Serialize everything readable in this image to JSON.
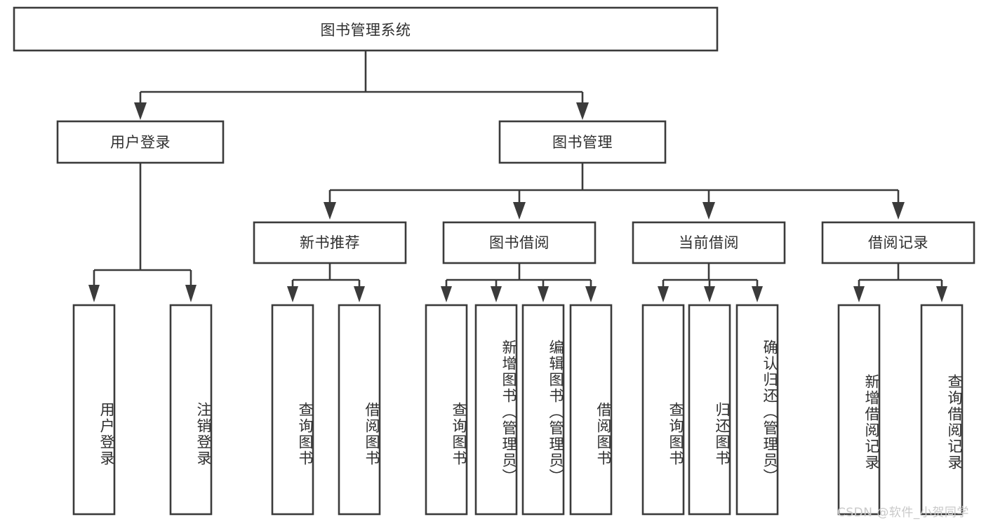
{
  "diagram": {
    "type": "tree-hierarchy",
    "title": "图书管理系统",
    "root": {
      "label": "图书管理系统",
      "level": 1
    },
    "level2": [
      {
        "label": "用户登录"
      },
      {
        "label": "图书管理"
      }
    ],
    "level3": [
      {
        "label": "新书推荐"
      },
      {
        "label": "图书借阅"
      },
      {
        "label": "当前借阅"
      },
      {
        "label": "借阅记录"
      }
    ],
    "leaves": {
      "user_login": [
        {
          "label": "用户登录"
        },
        {
          "label": "注销登录"
        }
      ],
      "new_book_recommend": [
        {
          "label": "查询图书"
        },
        {
          "label": "借阅图书"
        }
      ],
      "book_borrow": [
        {
          "label": "查询图书"
        },
        {
          "label": "新增图书（管理员）"
        },
        {
          "label": "编辑图书（管理员）"
        },
        {
          "label": "借阅图书"
        }
      ],
      "current_borrow": [
        {
          "label": "查询图书"
        },
        {
          "label": "归还图书"
        },
        {
          "label": "确认归还（管理员）"
        }
      ],
      "borrow_record": [
        {
          "label": "新增借阅记录"
        },
        {
          "label": "查询借阅记录"
        }
      ]
    }
  },
  "watermark": {
    "text": "CSDN @软件_小贺同学"
  },
  "colors": {
    "box_stroke": "#3b3b3b",
    "box_fill": "#ffffff",
    "text": "#2f2f2f",
    "watermark": "#c9c9c9",
    "background": "#ffffff"
  }
}
